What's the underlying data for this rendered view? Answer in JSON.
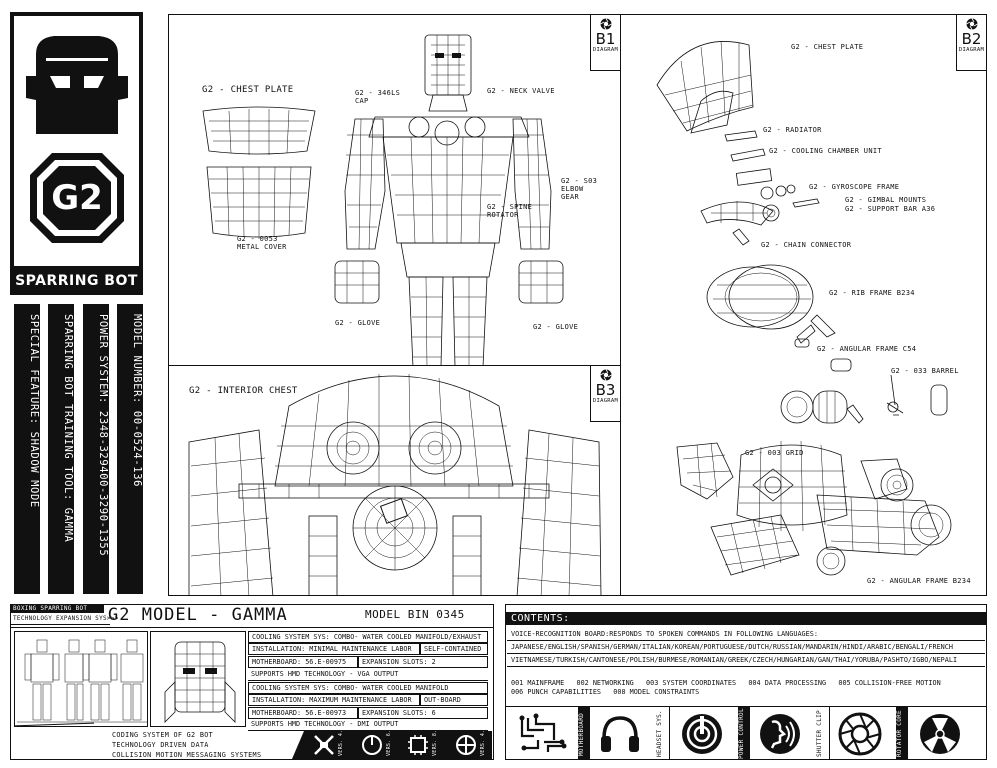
{
  "sidebar": {
    "logo_text": "G2",
    "subtitle": "SPARRING BOT",
    "strips": [
      "MODEL NUMBER: 00-0524-136",
      "POWER SYSTEM: 2348-329400-3290-1355",
      "SPARRING BOT TRAINING TOOL: GAMMA",
      "SPECIAL FEATURE: SHADOW MODE"
    ]
  },
  "panel_b1": {
    "badge_id": "B1",
    "badge_label": "DIAGRAM",
    "labels": {
      "chest_plate": "G2 - CHEST PLATE",
      "cap": "G2 - 346LS\nCAP",
      "neck_valve": "G2 - NECK VALVE",
      "elbow_gear": "G2 - S03\nELBOW\nGEAR",
      "spine_rotator": "G2 - SPINE\nROTATOR",
      "metal_cover": "G2 - 0053\nMETAL COVER",
      "glove_left": "G2 - GLOVE",
      "glove_right": "G2 - GLOVE"
    }
  },
  "panel_b2": {
    "badge_id": "B2",
    "badge_label": "DIAGRAM",
    "labels": {
      "chest_plate": "G2 - CHEST PLATE",
      "radiator": "G2 - RADIATOR",
      "cooling_chamber": "G2 - COOLING CHAMBER UNIT",
      "gyroscope_frame": "G2 - GYROSCOPE FRAME",
      "gimbal_mounts": "G2 - GIMBAL MOUNTS",
      "support_bar": "G2 - SUPPORT BAR A36",
      "chain_connector": "G2 - CHAIN CONNECTOR",
      "rib_frame": "G2 - RIB FRAME B234",
      "angular_frame_c54": "G2 - ANGULAR FRAME C54",
      "barrel": "G2 - 033 BARREL",
      "grid": "G2 - 003 GRID",
      "angular_frame_b234": "G2 - ANGULAR FRAME B234"
    }
  },
  "panel_b3": {
    "badge_id": "B3",
    "badge_label": "DIAGRAM",
    "title": "G2 - INTERIOR CHEST"
  },
  "model_panel": {
    "small_top": "BOXING SPARRING BOT",
    "small_tech": "TECHNOLOGY EXPANSION SYS>>>",
    "title": "G2 MODEL - GAMMA",
    "model_bin": "MODEL BIN 0345",
    "rows": [
      {
        "a": "COOLING SYSTEM SYS: COMBO- WATER COOLED MANIFOLD/EXHAUST"
      },
      {
        "a": "INSTALLATION: MINIMAL MAINTENANCE LABOR",
        "b": "SELF-CONTAINED"
      },
      {
        "a": "MOTHERBOARD: 56.E-00975",
        "b": "EXPANSION SLOTS: 2"
      },
      {
        "a": "SUPPORTS HMD TECHNOLOGY - VGA OUTPUT"
      },
      {
        "a": "COOLING SYSTEM SYS: COMBO- WATER COOLED MANIFOLD"
      },
      {
        "a": "INSTALLATION: MAXIMUM MAINTENANCE LABOR",
        "b": "OUT-BOARD"
      },
      {
        "a": "MOTHERBOARD: 56.E-00973",
        "b": "EXPANSION SLOTS: 6"
      },
      {
        "a": "SUPPORTS HMD TECHNOLOGY - DMI OUTPUT"
      }
    ],
    "footer_lines": [
      "CODING SYSTEM OF G2 BOT",
      "TECHNOLOGY DRIVEN DATA",
      "COLLISION MOTION MESSAGING SYSTEMS"
    ],
    "footer_icons": [
      "VERS. 4.5",
      "VERS. 6.7",
      "VERS. 8.1",
      "VERS. 4.1"
    ]
  },
  "contents": {
    "heading": "CONTENTS:",
    "voice_line": "VOICE-RECOGNITION BOARD:RESPONDS TO SPOKEN COMMANDS IN FOLLOWING LANGUAGES:",
    "languages_1": "JAPANESE/ENGLISH/SPANISH/GERMAN/ITALIAN/KOREAN/PORTUGUESE/DUTCH/RUSSIAN/MANDARIN/HINDI/ARABIC/BENGALI/FRENCH",
    "languages_2": "VIETNAMESE/TURKISH/CANTONESE/POLISH/BURMESE/ROMANIAN/GREEK/CZECH/HUNGARIAN/GAN/THAI/YORUBA/PASHTO/IGBO/NEPALI",
    "items_1": "001 MAINFRAME   002 NETWORKING   003 SYSTEM COORDINATES   004 DATA PROCESSING   005 COLLISION-FREE MOTION",
    "items_2": "006 PUNCH CAPABILITIES   008 MODEL CONSTRAINTS",
    "icon_labels": [
      "MOTHERBOARD",
      "HEADSET SYS.",
      "POWER CONTROL",
      "SHUTTER CLIP",
      "ROTATOR CORE"
    ]
  }
}
